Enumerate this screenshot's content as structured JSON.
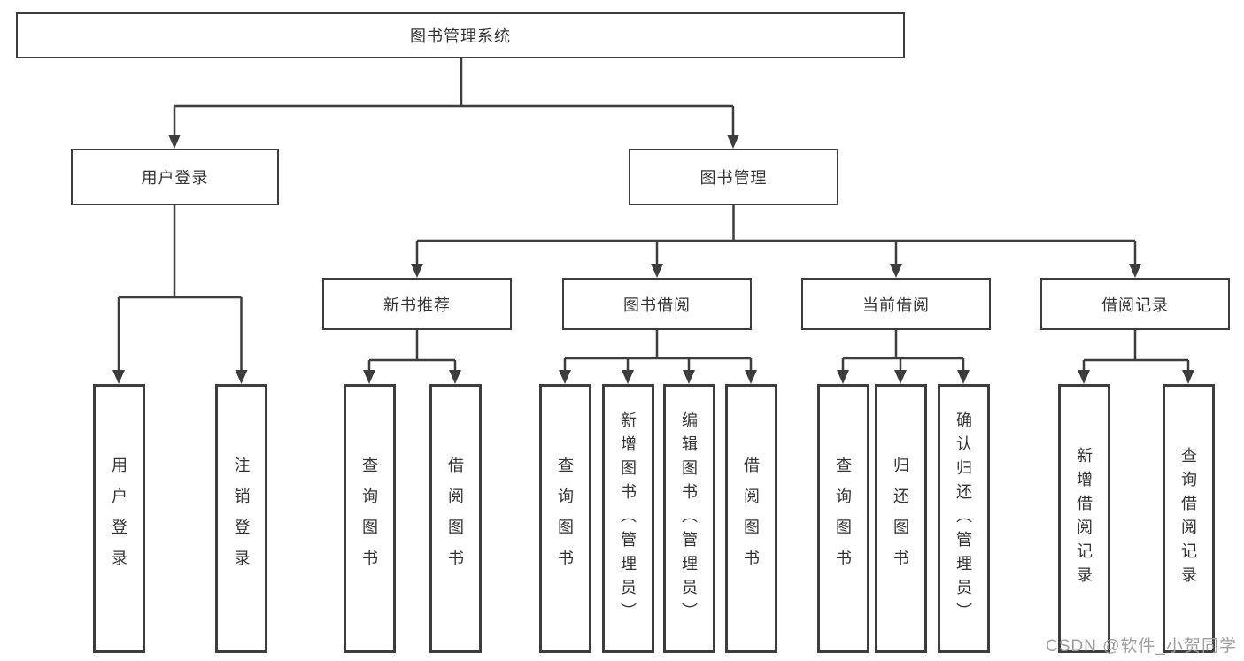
{
  "diagram": {
    "type": "hierarchy-tree",
    "colors": {
      "line": "#3d3d3d",
      "box_border": "#3d3d3d",
      "box_fill": "#ffffff",
      "text": "#333333",
      "watermark": "#9e9e9e",
      "background": "#ffffff"
    },
    "tree": {
      "root": {
        "label": "图书管理系统"
      },
      "branches": [
        {
          "label": "用户登录",
          "leaves": [
            {
              "label": "用户登录"
            },
            {
              "label": "注销登录"
            }
          ]
        },
        {
          "label": "图书管理",
          "children": [
            {
              "label": "新书推荐",
              "leaves": [
                {
                  "label": "查询图书"
                },
                {
                  "label": "借阅图书"
                }
              ]
            },
            {
              "label": "图书借阅",
              "leaves": [
                {
                  "label": "查询图书"
                },
                {
                  "label": "新增图书（管理员）"
                },
                {
                  "label": "编辑图书（管理员）"
                },
                {
                  "label": "借阅图书"
                }
              ]
            },
            {
              "label": "当前借阅",
              "leaves": [
                {
                  "label": "查询图书"
                },
                {
                  "label": "归还图书"
                },
                {
                  "label": "确认归还（管理员）"
                }
              ]
            },
            {
              "label": "借阅记录",
              "leaves": [
                {
                  "label": "新增借阅记录"
                },
                {
                  "label": "查询借阅记录"
                }
              ]
            }
          ]
        }
      ]
    },
    "watermark": "CSDN @软件_小贺同学"
  }
}
